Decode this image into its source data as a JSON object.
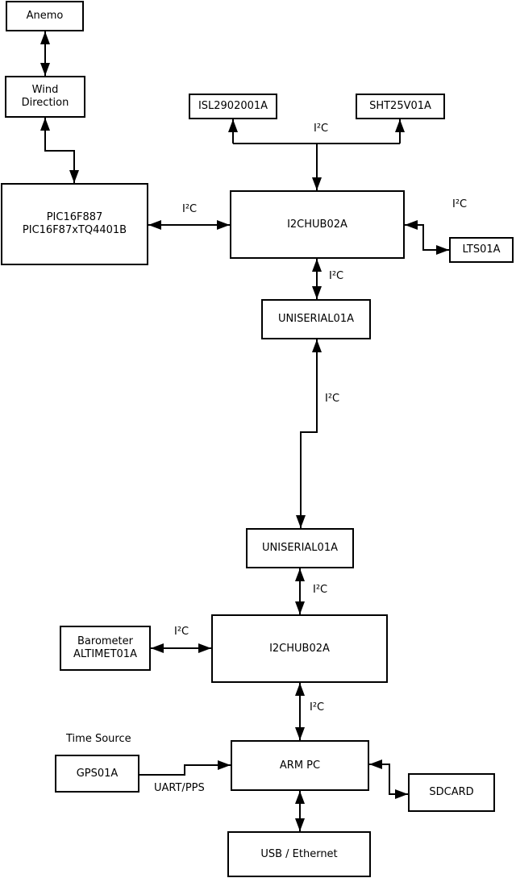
{
  "diagram": {
    "nodes": {
      "anemo": {
        "label": "Anemo"
      },
      "wind": {
        "label": "Wind\nDirection"
      },
      "pic": {
        "label": "PIC16F887\nPIC16F87xTQ4401B"
      },
      "isl": {
        "label": "ISL2902001A"
      },
      "sht": {
        "label": "SHT25V01A"
      },
      "hub1": {
        "label": "I2CHUB02A"
      },
      "lts": {
        "label": "LTS01A"
      },
      "uniserial1": {
        "label": "UNISERIAL01A"
      },
      "uniserial2": {
        "label": "UNISERIAL01A"
      },
      "barometer": {
        "label": "Barometer\nALTIMET01A"
      },
      "hub2": {
        "label": "I2CHUB02A"
      },
      "gps": {
        "label": "GPS01A"
      },
      "armpc": {
        "label": "ARM PC"
      },
      "sdcard": {
        "label": "SDCARD"
      },
      "usb": {
        "label": "USB / Ethernet"
      }
    },
    "labels": {
      "i2c": "I²C",
      "uart_pps": "UART/PPS",
      "time_source": "Time Source"
    },
    "edges": [
      {
        "from": "Anemo",
        "to": "Wind Direction",
        "bidirectional": true,
        "label": ""
      },
      {
        "from": "Wind Direction",
        "to": "PIC16F887 PIC16F87xTQ4401B",
        "bidirectional": true,
        "label": ""
      },
      {
        "from": "PIC16F887 PIC16F87xTQ4401B",
        "to": "I2CHUB02A (top)",
        "bidirectional": true,
        "label": "I²C"
      },
      {
        "from": "I2CHUB02A (top)",
        "to": "ISL2902001A",
        "bidirectional": false,
        "label": "I²C"
      },
      {
        "from": "I2CHUB02A (top)",
        "to": "SHT25V01A",
        "bidirectional": false,
        "label": "I²C"
      },
      {
        "from": "I2CHUB02A (top)",
        "to": "LTS01A",
        "bidirectional": true,
        "label": "I²C"
      },
      {
        "from": "I2CHUB02A (top)",
        "to": "UNISERIAL01A (upper)",
        "bidirectional": true,
        "label": "I²C"
      },
      {
        "from": "UNISERIAL01A (upper)",
        "to": "UNISERIAL01A (lower)",
        "bidirectional": true,
        "label": "I²C"
      },
      {
        "from": "UNISERIAL01A (lower)",
        "to": "I2CHUB02A (bottom)",
        "bidirectional": true,
        "label": "I²C"
      },
      {
        "from": "Barometer ALTIMET01A",
        "to": "I2CHUB02A (bottom)",
        "bidirectional": true,
        "label": "I²C"
      },
      {
        "from": "I2CHUB02A (bottom)",
        "to": "ARM PC",
        "bidirectional": true,
        "label": "I²C"
      },
      {
        "from": "GPS01A",
        "to": "ARM PC",
        "bidirectional": false,
        "label": "UART/PPS"
      },
      {
        "from": "ARM PC",
        "to": "SDCARD",
        "bidirectional": true,
        "label": ""
      },
      {
        "from": "ARM PC",
        "to": "USB / Ethernet",
        "bidirectional": true,
        "label": ""
      }
    ],
    "colors": {
      "line": "#000000",
      "box_fill": "#ffffff",
      "text": "#000000"
    }
  }
}
